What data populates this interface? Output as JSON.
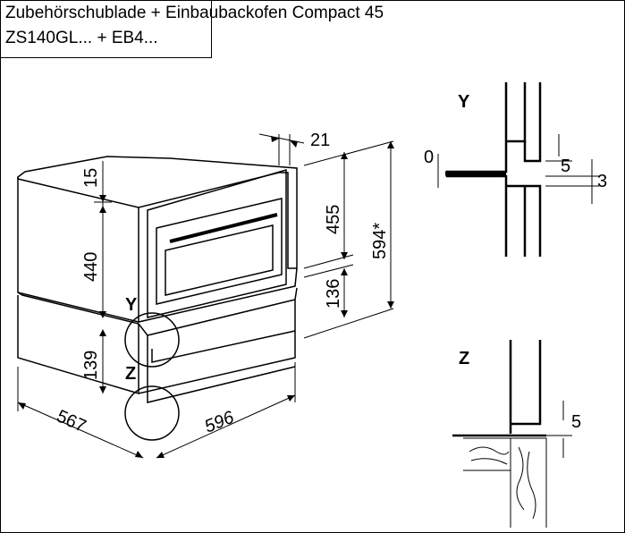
{
  "title": {
    "line1": "Zubehörschublade + Einbaubackofen Compact 45",
    "line2": "ZS140GL... + EB4..."
  },
  "dimensions": {
    "top_gap": "15",
    "oven_height": "440",
    "drawer_height": "139",
    "depth": "567",
    "width": "596",
    "front_offset": "21",
    "oven_front_height": "455",
    "drawer_front_height": "136",
    "total_height": "594*"
  },
  "detail_y": {
    "label": "Y",
    "dim_zero": "0",
    "dim_five": "5",
    "dim_three": "3"
  },
  "detail_z": {
    "label": "Z",
    "dim_five": "5"
  },
  "main_labels": {
    "y": "Y",
    "z": "Z"
  }
}
